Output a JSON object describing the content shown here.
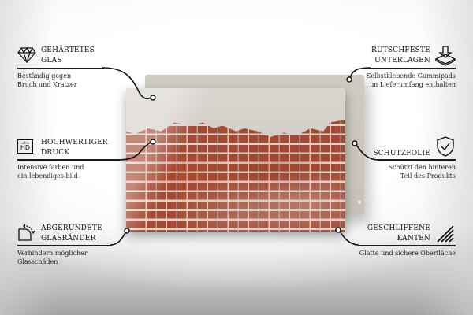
{
  "product": {
    "image": "brick-wall-glass-print",
    "colors": {
      "brick": "#a24a33",
      "mortar": "#d8d2cc",
      "plaster": "#d4cfc8",
      "backplate": "#cac7bc"
    }
  },
  "features": {
    "glass": {
      "icon": "diamond-icon",
      "title_line1": "GEHÄRTETES",
      "title_line2": "GLAS",
      "desc_line1": "Beständig gegen",
      "desc_line2": "Bruch und Kratzer"
    },
    "print": {
      "icon": "ultra-hd-icon",
      "icon_small": "ultra",
      "icon_big": "HD",
      "title_line1": "HOCHWERTIGER",
      "title_line2": "DRUCK",
      "desc_line1": "Intensive farben und",
      "desc_line2": "ein lebendiges bild"
    },
    "edges_round": {
      "icon": "rounded-corner-icon",
      "title_line1": "ABGERUNDETE",
      "title_line2": "GLASRÄNDER",
      "desc_line1": "Verhindern möglicher",
      "desc_line2": "Glasschäden"
    },
    "pads": {
      "icon": "non-slip-pad-icon",
      "title_line1": "RUTSCHFESTE",
      "title_line2": "UNTERLAGEN",
      "desc_line1": "Selbstklebende Gummipads",
      "desc_line2": "im Lieferumfang enthalten"
    },
    "foil": {
      "icon": "shield-check-icon",
      "title_line1": "SCHUTZFOLIE",
      "desc_line1": "Schützt den hinteren",
      "desc_line2": "Teil des Produkts"
    },
    "polished": {
      "icon": "polished-edge-icon",
      "title_line1": "GESCHLIFFENE",
      "title_line2": "KANTEN",
      "desc_line1": "Glatte und sichere Oberfläche"
    }
  }
}
